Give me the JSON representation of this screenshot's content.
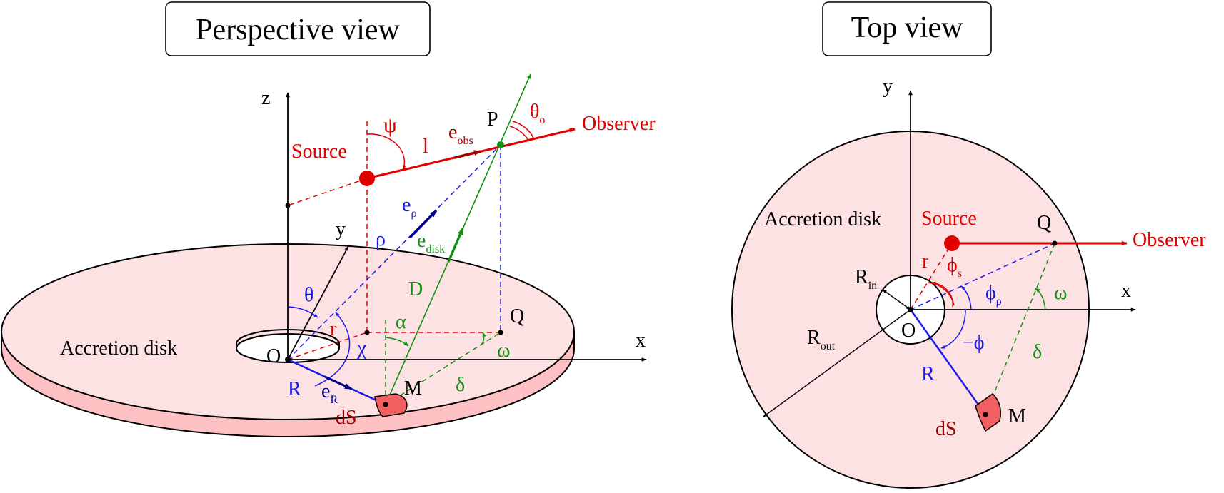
{
  "colors": {
    "disk_fill": "#fde2e3",
    "disk_rim": "#fdc0c3",
    "red": "#e00000",
    "blue": "#1a1aee",
    "green": "#119111",
    "dark_red": "#a00000",
    "dark_blue": "#00008b",
    "element_fill": "#f06060",
    "black": "#000000"
  },
  "perspective": {
    "title": "Perspective view",
    "axis_z": "z",
    "axis_y": "y",
    "axis_x": "x",
    "origin": "O",
    "disk_label": "Accretion disk",
    "source": "Source",
    "observer": "Observer",
    "point_p": "P",
    "point_q": "Q",
    "point_m": "M",
    "psi": "ψ",
    "l": "l",
    "e_obs_base": "e",
    "e_obs_sub": "obs",
    "theta_o_base": "θ",
    "theta_o_sub": "o",
    "e_rho_base": "e",
    "e_rho_sub": "ρ",
    "rho": "ρ",
    "e_disk_base": "e",
    "e_disk_sub": "disk",
    "D": "D",
    "theta": "θ",
    "r": "r",
    "chi": "χ",
    "alpha": "α",
    "omega": "ω",
    "delta": "δ",
    "R": "R",
    "e_R_base": "e",
    "e_R_sub": "R",
    "dS": "dS"
  },
  "top": {
    "title": "Top view",
    "axis_y": "y",
    "axis_x": "x",
    "origin": "O",
    "disk_label": "Accretion disk",
    "source": "Source",
    "observer": "Observer",
    "point_q": "Q",
    "point_m": "M",
    "r": "r",
    "phi_s_base": "ϕ",
    "phi_s_sub": "s",
    "R_in_base": "R",
    "R_in_sub": "in",
    "phi_rho_base": "ϕ",
    "phi_rho_sub": "ρ",
    "omega": "ω",
    "R_out_base": "R",
    "R_out_sub": "out",
    "minus_phi": "−ϕ",
    "delta": "δ",
    "R": "R",
    "dS": "dS"
  }
}
